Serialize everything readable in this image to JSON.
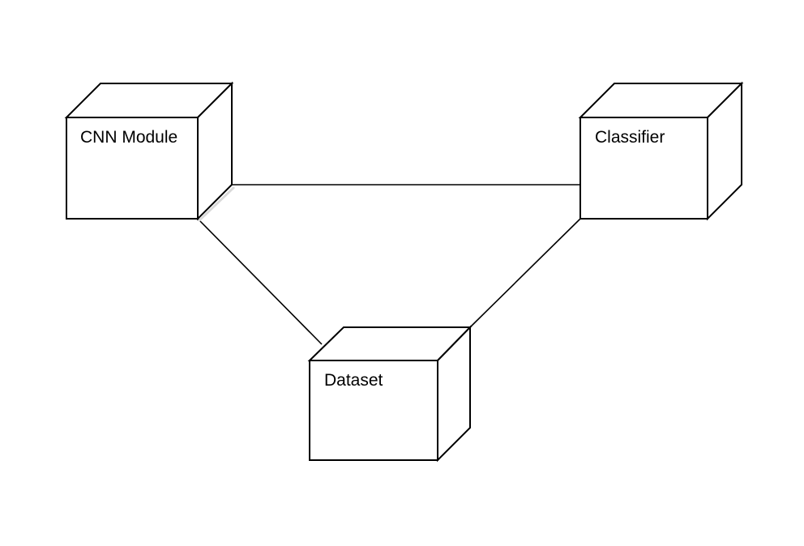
{
  "diagram": {
    "nodes": [
      {
        "id": "cnn",
        "label": "CNN Module"
      },
      {
        "id": "classifier",
        "label": "Classifier"
      },
      {
        "id": "dataset",
        "label": "Dataset"
      }
    ],
    "edges": [
      {
        "from": "cnn",
        "to": "classifier"
      },
      {
        "from": "cnn",
        "to": "dataset"
      },
      {
        "from": "classifier",
        "to": "dataset"
      }
    ]
  }
}
